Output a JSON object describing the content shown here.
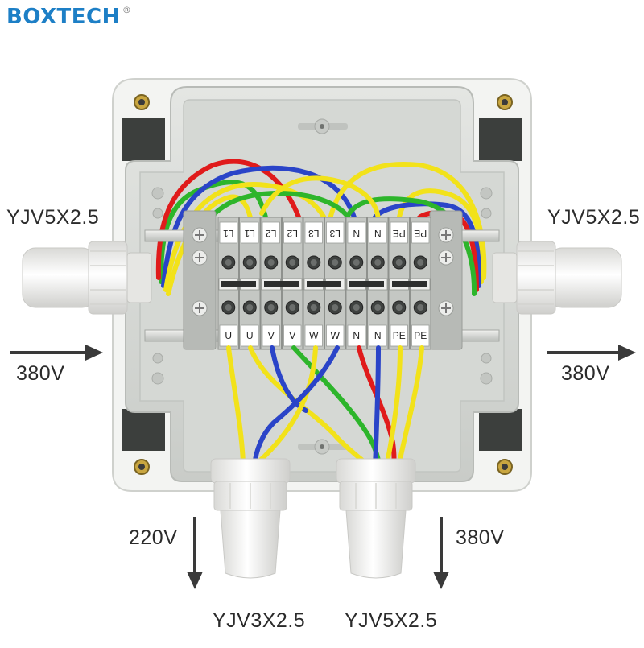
{
  "brand": {
    "logo_text": "BOXTECH",
    "registered_mark": "®",
    "colors": {
      "blue": "#1d7fc6",
      "red": "#d6262c"
    }
  },
  "cables": {
    "left_input": {
      "spec": "YJV5X2.5",
      "voltage": "380V"
    },
    "right_output": {
      "spec": "YJV5X2.5",
      "voltage": "380V"
    },
    "bottom_left_output": {
      "spec": "YJV3X2.5",
      "voltage": "220V"
    },
    "bottom_right_output": {
      "spec": "YJV5X2.5",
      "voltage": "380V"
    }
  },
  "terminal_block": {
    "top_labels": [
      "L1",
      "L1",
      "L2",
      "L2",
      "L3",
      "L3",
      "N",
      "N",
      "PE",
      "PE"
    ],
    "bottom_labels": [
      "U",
      "U",
      "V",
      "V",
      "W",
      "W",
      "N",
      "N",
      "PE",
      "PE"
    ]
  },
  "wire_colors": {
    "red": "#e01b1b",
    "yellow": "#f2e21a",
    "green": "#2db52b",
    "blue": "#2a44c8"
  }
}
